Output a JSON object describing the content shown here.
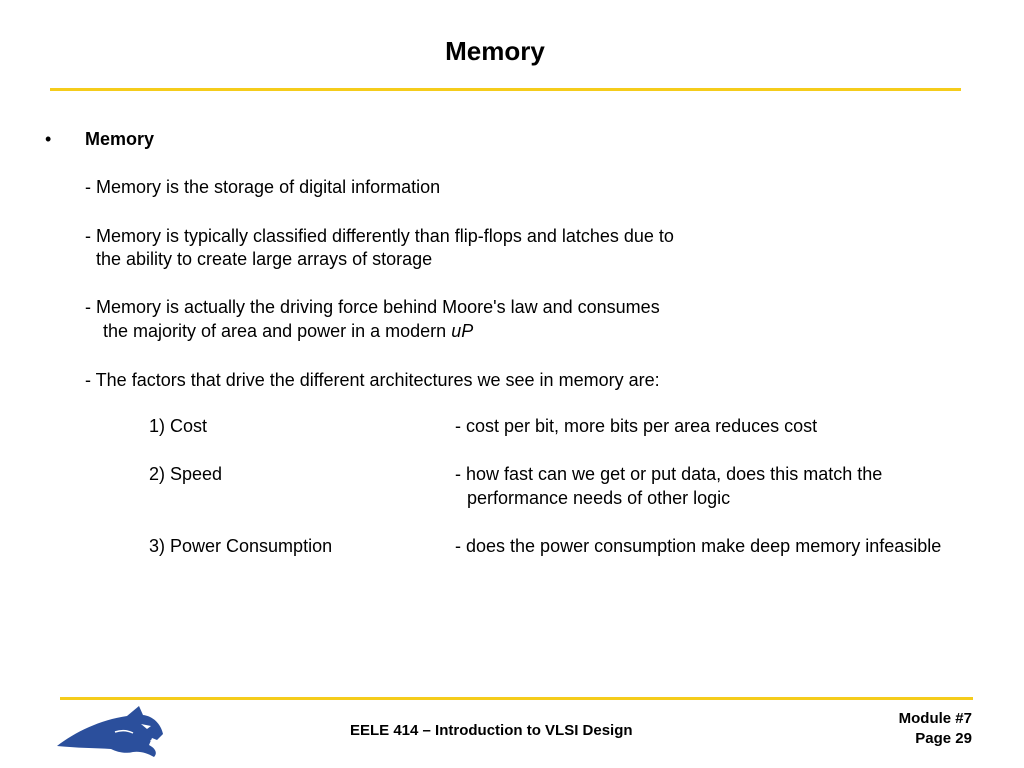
{
  "slide": {
    "title": "Memory",
    "bullet_symbol": "•",
    "bullet_heading": "Memory",
    "lines": {
      "l1": "- Memory is the storage of digital information",
      "l2a": "- Memory is typically classified differently than flip-flops and latches due to",
      "l2b": "the ability to create large arrays of storage",
      "l3a": "- Memory is actually the driving force behind Moore's law and consumes",
      "l3b": "the majority of area and power in a modern ",
      "l3b_italic": "uP",
      "l4": "- The factors that drive the different architectures we see in memory are:"
    },
    "factors": [
      {
        "name": "1) Cost",
        "desc": "- cost per bit, more bits per area reduces cost",
        "desc2": ""
      },
      {
        "name": "2) Speed",
        "desc": "- how fast can we get or put data, does this match the",
        "desc2": "performance needs of other logic"
      },
      {
        "name": "3) Power Consumption",
        "desc": "- does the power consumption make deep memory infeasible",
        "desc2": ""
      }
    ]
  },
  "footer": {
    "course": "EELE 414 – Introduction to VLSI Design",
    "module": "Module #7",
    "page": "Page 29",
    "logo_icon": "bobcat-logo-icon"
  },
  "colors": {
    "accent_rule": "#f5cc1b",
    "logo_blue": "#2b4f9c"
  }
}
